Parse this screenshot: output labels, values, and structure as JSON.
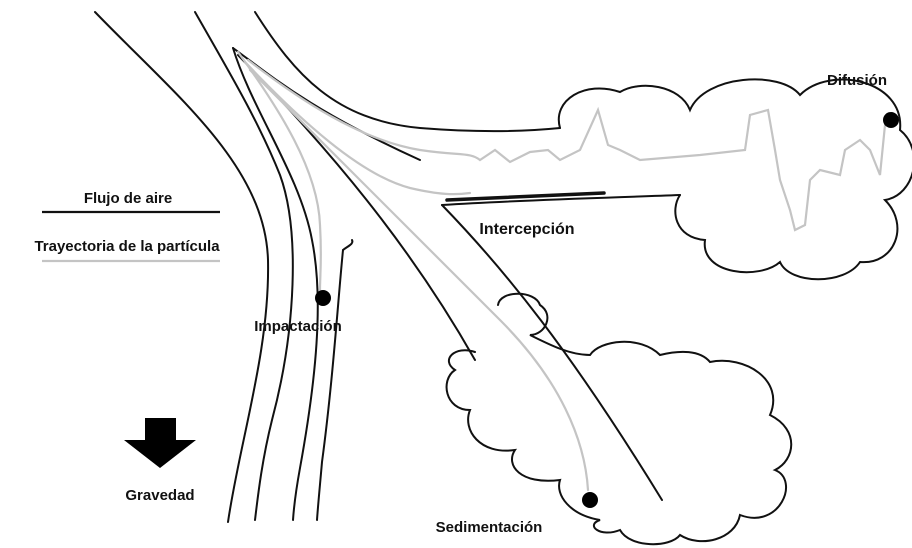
{
  "legend": {
    "airflow_label": "Flujo de aire",
    "trajectory_label": "Trayectoria de la partícula"
  },
  "mechanisms": {
    "diffusion": "Difusión",
    "interception": "Intercepción",
    "impaction": "Impactación",
    "sedimentation": "Sedimentación"
  },
  "gravity_label": "Gravedad",
  "colors": {
    "airflow_line": "#111111",
    "particle_trajectory": "#c4c4c4",
    "particle": "#000000"
  }
}
